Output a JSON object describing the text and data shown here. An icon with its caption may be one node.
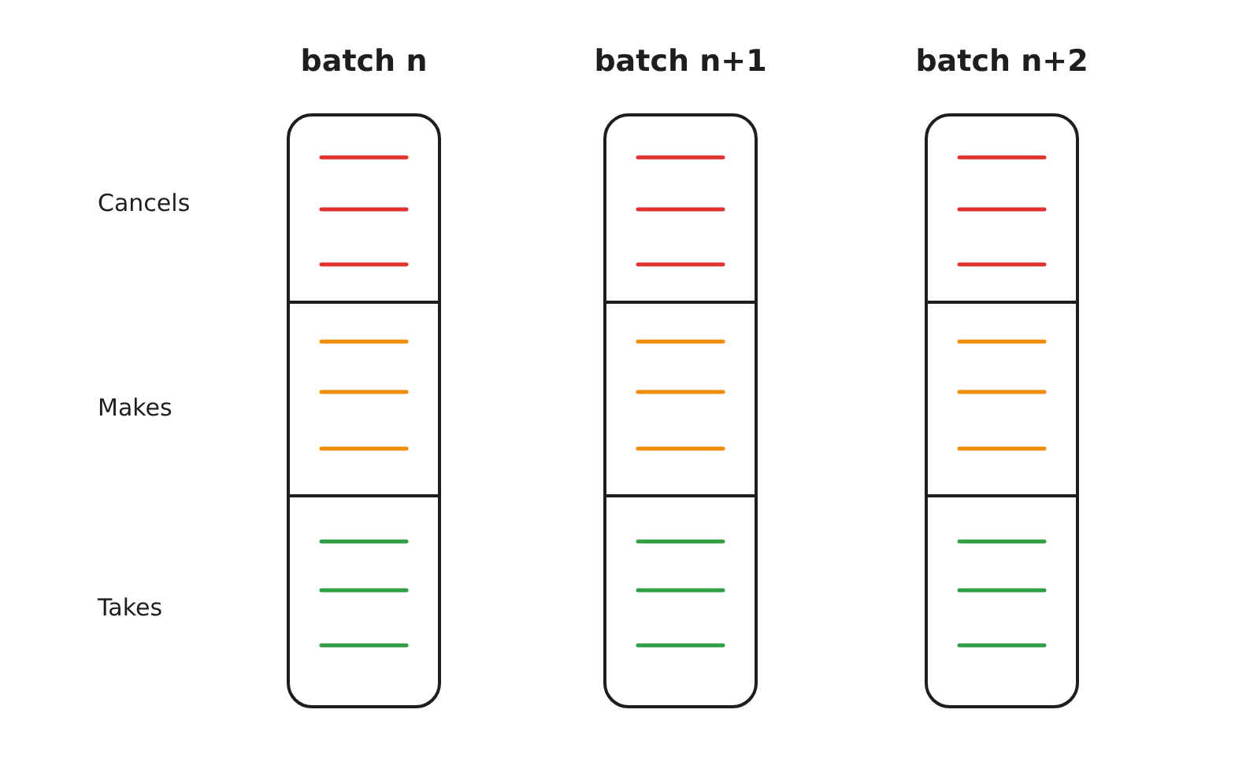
{
  "diagram": {
    "nodes": [
      {
        "text": [
          "batch n"
        ]
      },
      {
        "text": [
          "batch n+1"
        ]
      },
      {
        "text": [
          "batch n+2"
        ]
      }
    ],
    "labels": [
      "Cancels",
      "Makes",
      "Takes"
    ]
  }
}
